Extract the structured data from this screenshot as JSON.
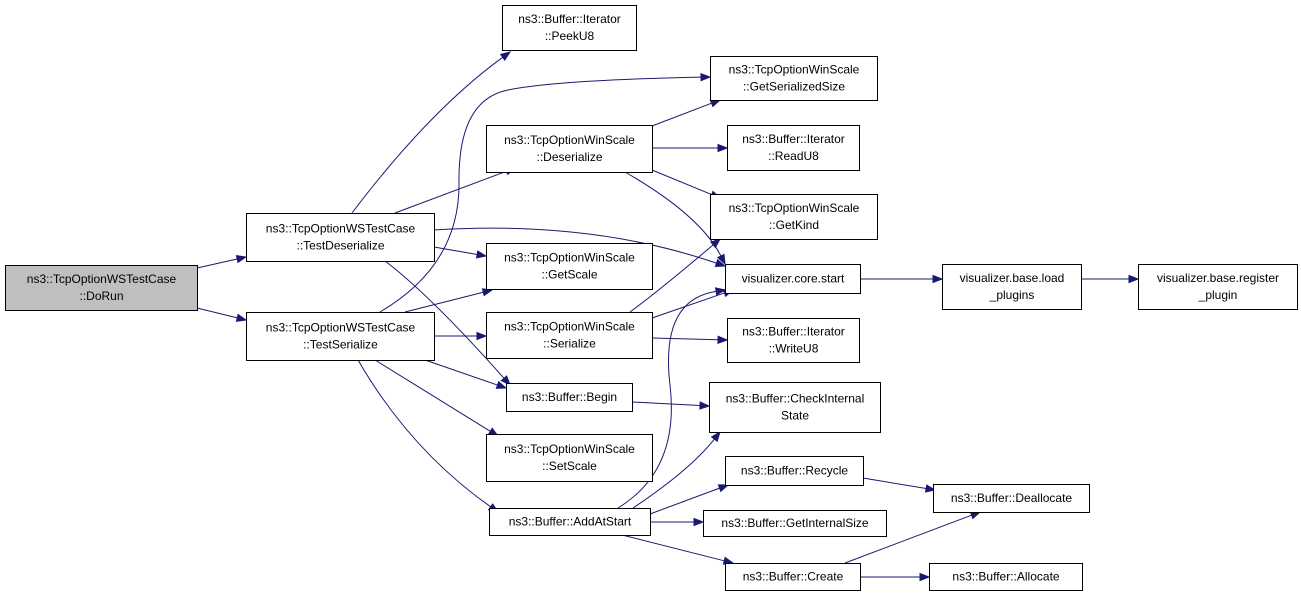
{
  "colors": {
    "edge": "#191970",
    "node_fill": "#ffffff",
    "root_fill": "#bfbfbf",
    "node_border": "#000000"
  },
  "nodes": [
    {
      "id": "dorun",
      "label": [
        "ns3::TcpOptionWSTestCase",
        "::DoRun"
      ],
      "root": true
    },
    {
      "id": "testdeser",
      "label": [
        "ns3::TcpOptionWSTestCase",
        "::TestDeserialize"
      ]
    },
    {
      "id": "testser",
      "label": [
        "ns3::TcpOptionWSTestCase",
        "::TestSerialize"
      ]
    },
    {
      "id": "peeku8",
      "label": [
        "ns3::Buffer::Iterator",
        "::PeekU8"
      ]
    },
    {
      "id": "deserialize",
      "label": [
        "ns3::TcpOptionWinScale",
        "::Deserialize"
      ]
    },
    {
      "id": "getscale",
      "label": [
        "ns3::TcpOptionWinScale",
        "::GetScale"
      ]
    },
    {
      "id": "serialize",
      "label": [
        "ns3::TcpOptionWinScale",
        "::Serialize"
      ]
    },
    {
      "id": "begin",
      "label": [
        "ns3::Buffer::Begin"
      ]
    },
    {
      "id": "setscale",
      "label": [
        "ns3::TcpOptionWinScale",
        "::SetScale"
      ]
    },
    {
      "id": "addatstart",
      "label": [
        "ns3::Buffer::AddAtStart"
      ]
    },
    {
      "id": "getsersize",
      "label": [
        "ns3::TcpOptionWinScale",
        "::GetSerializedSize"
      ]
    },
    {
      "id": "readu8",
      "label": [
        "ns3::Buffer::Iterator",
        "::ReadU8"
      ]
    },
    {
      "id": "getkind",
      "label": [
        "ns3::TcpOptionWinScale",
        "::GetKind"
      ]
    },
    {
      "id": "vstart",
      "label": [
        "visualizer.core.start"
      ]
    },
    {
      "id": "writeu8",
      "label": [
        "ns3::Buffer::Iterator",
        "::WriteU8"
      ]
    },
    {
      "id": "checkstate",
      "label": [
        "ns3::Buffer::CheckInternal",
        "State"
      ]
    },
    {
      "id": "recycle",
      "label": [
        "ns3::Buffer::Recycle"
      ]
    },
    {
      "id": "getintsize",
      "label": [
        "ns3::Buffer::GetInternalSize"
      ]
    },
    {
      "id": "create",
      "label": [
        "ns3::Buffer::Create"
      ]
    },
    {
      "id": "loadplugins",
      "label": [
        "visualizer.base.load",
        "_plugins"
      ]
    },
    {
      "id": "deallocate",
      "label": [
        "ns3::Buffer::Deallocate"
      ]
    },
    {
      "id": "allocate",
      "label": [
        "ns3::Buffer::Allocate"
      ]
    },
    {
      "id": "regplugin",
      "label": [
        "visualizer.base.register",
        "_plugin"
      ]
    }
  ],
  "edges": [
    {
      "from": "dorun",
      "to": "testdeser"
    },
    {
      "from": "dorun",
      "to": "testser"
    },
    {
      "from": "testdeser",
      "to": "peeku8"
    },
    {
      "from": "testdeser",
      "to": "deserialize"
    },
    {
      "from": "testdeser",
      "to": "getscale"
    },
    {
      "from": "testdeser",
      "to": "vstart"
    },
    {
      "from": "testdeser",
      "to": "begin"
    },
    {
      "from": "testser",
      "to": "getsersize"
    },
    {
      "from": "testser",
      "to": "getscale"
    },
    {
      "from": "testser",
      "to": "serialize"
    },
    {
      "from": "testser",
      "to": "begin"
    },
    {
      "from": "testser",
      "to": "setscale"
    },
    {
      "from": "testser",
      "to": "addatstart"
    },
    {
      "from": "deserialize",
      "to": "getsersize"
    },
    {
      "from": "deserialize",
      "to": "readu8"
    },
    {
      "from": "deserialize",
      "to": "getkind"
    },
    {
      "from": "deserialize",
      "to": "vstart"
    },
    {
      "from": "serialize",
      "to": "getkind"
    },
    {
      "from": "serialize",
      "to": "vstart"
    },
    {
      "from": "serialize",
      "to": "writeu8"
    },
    {
      "from": "begin",
      "to": "checkstate"
    },
    {
      "from": "addatstart",
      "to": "vstart"
    },
    {
      "from": "addatstart",
      "to": "checkstate"
    },
    {
      "from": "addatstart",
      "to": "recycle"
    },
    {
      "from": "addatstart",
      "to": "getintsize"
    },
    {
      "from": "addatstart",
      "to": "create"
    },
    {
      "from": "vstart",
      "to": "loadplugins"
    },
    {
      "from": "loadplugins",
      "to": "regplugin"
    },
    {
      "from": "recycle",
      "to": "deallocate"
    },
    {
      "from": "create",
      "to": "deallocate"
    },
    {
      "from": "create",
      "to": "allocate"
    }
  ]
}
